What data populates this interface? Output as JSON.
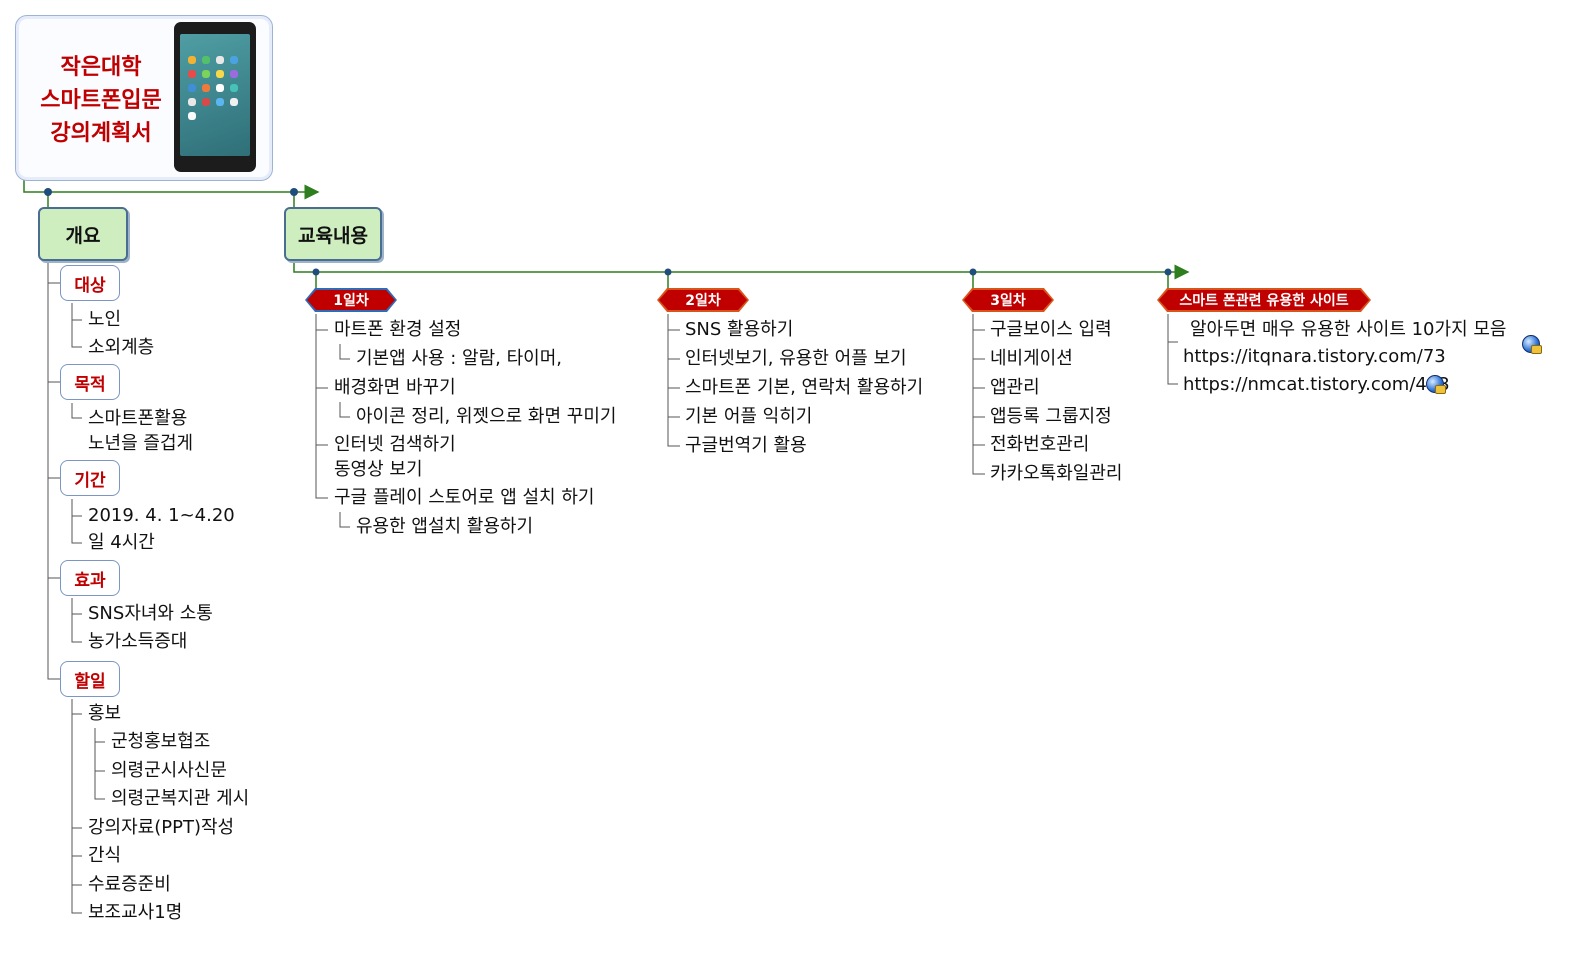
{
  "title": {
    "lines": [
      "작은대학",
      "스마트폰입문",
      "강의계획서"
    ]
  },
  "main_nodes": {
    "overview": "개요",
    "content": "교육내용"
  },
  "overview": {
    "target": {
      "label": "대상",
      "items": [
        "노인",
        "소외계층"
      ]
    },
    "purpose": {
      "label": "목적",
      "items": [
        "스마트폰활용",
        "노년을 즐겁게"
      ]
    },
    "period": {
      "label": "기간",
      "items": [
        "2019. 4. 1~4.20",
        "일 4시간"
      ]
    },
    "effect": {
      "label": "효과",
      "items": [
        "SNS자녀와 소통",
        "농가소득증대"
      ]
    },
    "tasks": {
      "label": "할일",
      "items": [
        "홍보",
        "군청홍보협조",
        "의령군시사신문",
        "의령군복지관 게시",
        "강의자료(PPT)작성",
        "간식",
        "수료증준비",
        "보조교사1명"
      ]
    }
  },
  "days": {
    "day1": {
      "label": "1일차",
      "items": [
        "마트폰 환경 설정",
        "기본앱 사용 : 알람, 타이머,",
        "배경화면 바꾸기",
        "아이콘 정리, 위젯으로 화면 꾸미기",
        "인터넷 검색하기",
        "동영상 보기",
        "구글 플레이 스토어로 앱 설치 하기",
        "유용한 앱설치 활용하기"
      ]
    },
    "day2": {
      "label": "2일차",
      "items": [
        "SNS 활용하기",
        "인터넷보기, 유용한 어플 보기",
        "스마트폰 기본, 연락처 활용하기",
        "기본 어플 익히기",
        "구글번역기 활용"
      ]
    },
    "day3": {
      "label": "3일차",
      "items": [
        "구글보이스 입력",
        "네비게이션",
        "앱관리",
        "앱등록 그룹지정",
        "전화번호관리",
        "카카오톡화일관리"
      ]
    },
    "sites": {
      "label": "스마트 폰관련 유용한 사이트",
      "items": [
        "알아두면 매우 유용한 사이트 10가지 모음",
        "https://itqnara.tistory.com/73",
        "https://nmcat.tistory.com/463"
      ]
    }
  },
  "colors": {
    "line_green": "#2e7d1e",
    "node_green": "#cfeec0",
    "title_red": "#c00000",
    "hex_orange": "#d9541a",
    "hex_blue": "#2e6bb8"
  }
}
